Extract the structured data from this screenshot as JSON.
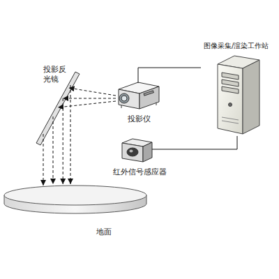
{
  "diagram": {
    "nodes": [
      {
        "text": [
          "图像采集/渲染工作站"
        ]
      },
      {
        "text": [
          "投影反光镜"
        ]
      },
      {
        "text": [
          "投影仪"
        ]
      },
      {
        "text": [
          "红外信号感应器"
        ]
      },
      {
        "text": [
          "地面"
        ]
      }
    ],
    "edges": [
      {
        "from": 0,
        "to": 2,
        "arrow": "none"
      },
      {
        "from": 0,
        "to": 3,
        "arrow": "none"
      },
      {
        "from": 2,
        "to": 1,
        "arrow": "to"
      },
      {
        "from": 1,
        "to": 4,
        "arrow": "to"
      }
    ]
  }
}
